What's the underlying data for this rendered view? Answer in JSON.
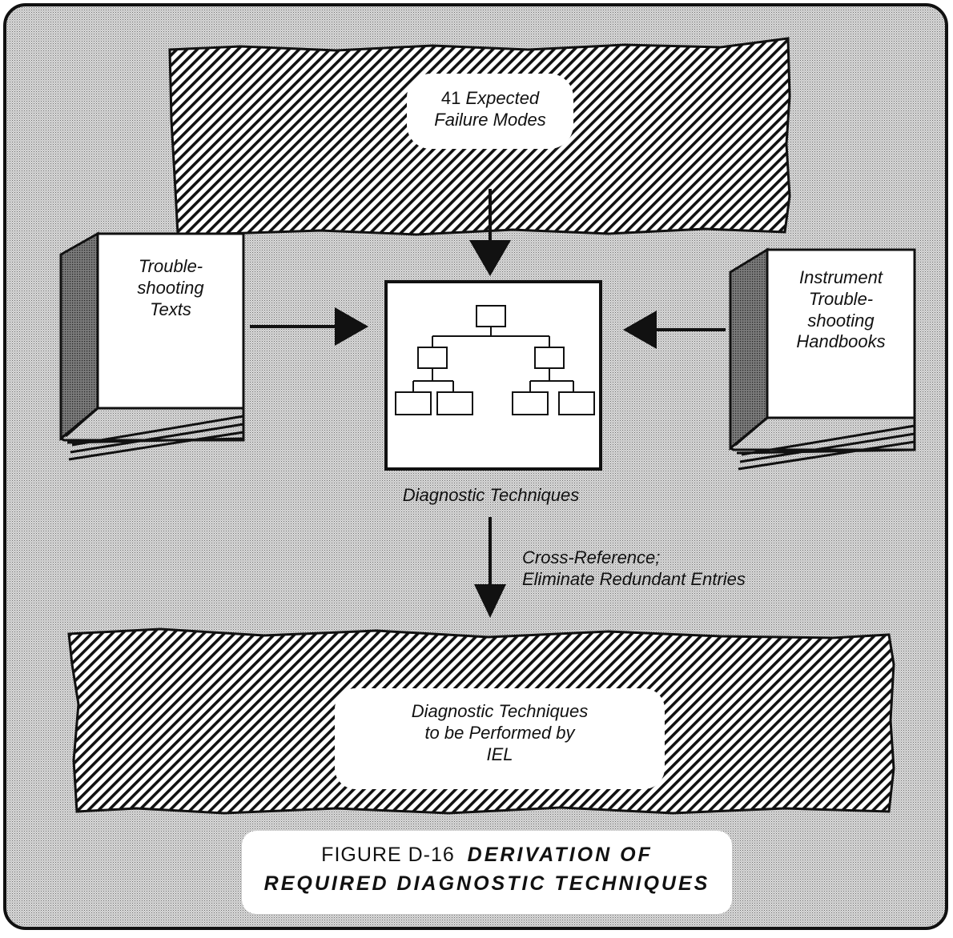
{
  "top_box": {
    "line1_number": "41",
    "line1_rest": "Expected",
    "line2": "Failure Modes"
  },
  "left_book": {
    "line1": "Trouble-",
    "line2": "shooting",
    "line3": "Texts"
  },
  "right_book": {
    "line1": "Instrument",
    "line2": "Trouble-",
    "line3": "shooting",
    "line4": "Handbooks"
  },
  "center_label": "Diagnostic Techniques",
  "arrow_label": {
    "line1": "Cross-Reference;",
    "line2": "Eliminate Redundant Entries"
  },
  "bottom_box": {
    "line1": "Diagnostic Techniques",
    "line2": "to be Performed by",
    "line3": "IEL"
  },
  "caption": {
    "figure_label": "FIGURE D-16",
    "title_line1": "DERIVATION OF",
    "title_line2": "REQUIRED DIAGNOSTIC TECHNIQUES"
  }
}
